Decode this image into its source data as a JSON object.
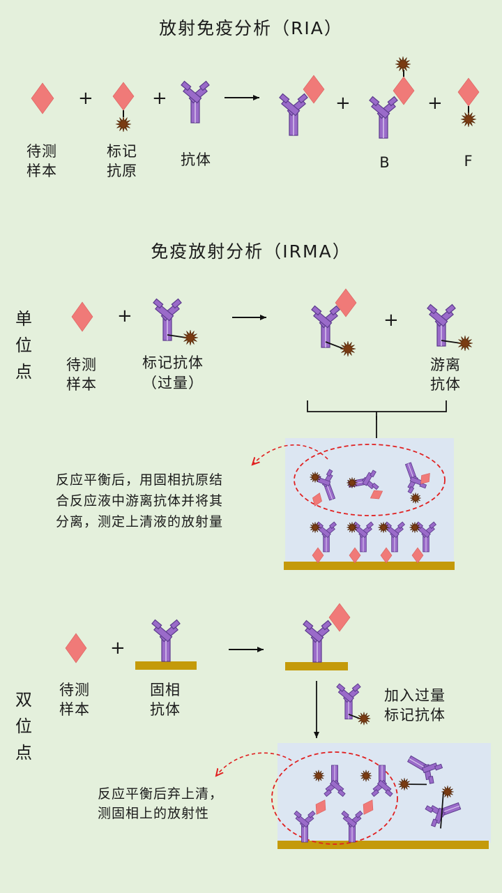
{
  "ria": {
    "title": "放射免疫分析（RIA）",
    "plus": "+",
    "sample": [
      "待测",
      "样本"
    ],
    "labeled_antigen": [
      "标记",
      "抗原"
    ],
    "antibody": "抗体",
    "bound": "B",
    "free": "F"
  },
  "irma": {
    "title": "免疫放射分析（IRMA）",
    "single_site": {
      "label": "单\n位\n点",
      "sample": [
        "待测",
        "样本"
      ],
      "labeled_antibody": [
        "标记抗体",
        "（过量）"
      ],
      "free_antibody": [
        "游离",
        "抗体"
      ],
      "note": [
        "反应平衡后，用固相抗原结",
        "合反应液中游离抗体并将其",
        "分离，测定上清液的放射量"
      ]
    },
    "double_site": {
      "label": "双\n位\n点",
      "sample": [
        "待测",
        "样本"
      ],
      "solid_phase_antibody": [
        "固相",
        "抗体"
      ],
      "add_labeled": [
        "加入过量",
        "标记抗体"
      ],
      "note": [
        "反应平衡后弃上清，",
        "测固相上的放射性"
      ]
    }
  },
  "colors": {
    "background": "#E4F0DC",
    "antigen": "#F07A78",
    "antibody": "#9A6BC9",
    "label_star": "#7A3B12",
    "solid_phase": "#C49A0A",
    "panel": "#DCE6F2",
    "dashed": "#E02020"
  }
}
